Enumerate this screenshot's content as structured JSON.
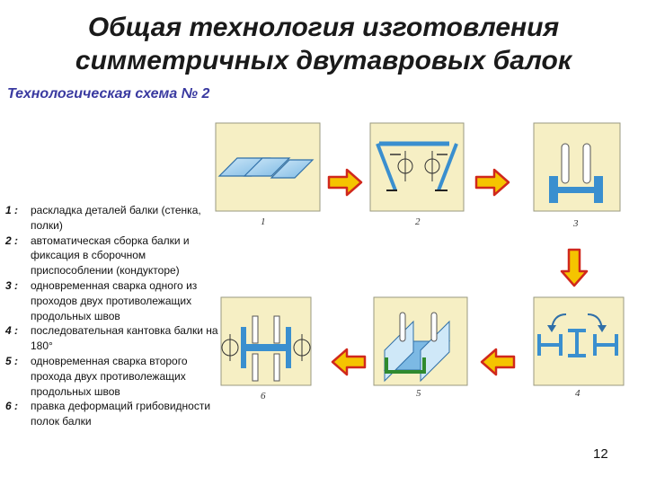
{
  "title": {
    "line1": "Общая технология изготовления",
    "line2": "симметричных двутавровых балок"
  },
  "subtitle": "Технологическая схема № 2",
  "steps": [
    {
      "num": "1 :",
      "text": "раскладка деталей балки (стенка, полки)"
    },
    {
      "num": "2 :",
      "text": "автоматическая сборка балки и фиксация в сборочном приспособлении (кондукторе)"
    },
    {
      "num": "3 :",
      "text": "одновременная сварка одного из проходов двух противолежащих продольных швов"
    },
    {
      "num": "4 :",
      "text": "последовательная кантовка балки на 180°"
    },
    {
      "num": "5 :",
      "text": "одновременная сварка второго прохода двух противолежащих продольных швов"
    },
    {
      "num": "6 :",
      "text": "правка деформаций грибовидности полок балки"
    }
  ],
  "panel_labels": [
    "1",
    "2",
    "3",
    "4",
    "5",
    "6"
  ],
  "page_number": "12",
  "colors": {
    "panel_bg": "#f6efc4",
    "steel_blue": "#3a8fcf",
    "arrow_fill": "#f5c400",
    "arrow_stroke": "#d0281c",
    "frame_green": "#2f8a2f"
  }
}
